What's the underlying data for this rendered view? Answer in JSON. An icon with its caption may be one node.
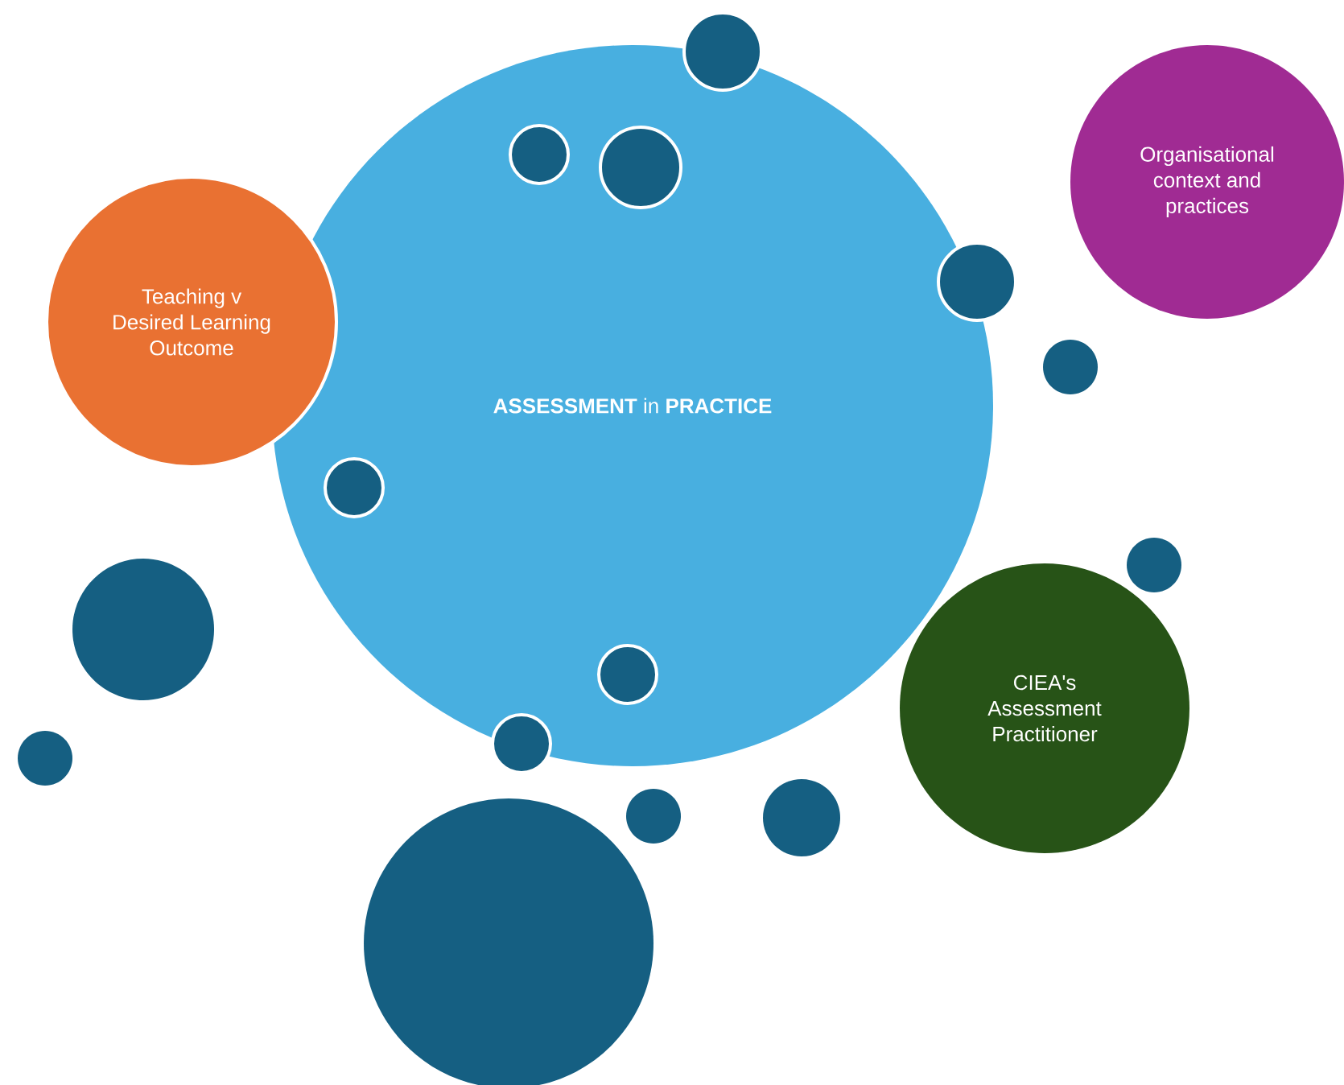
{
  "diagram": {
    "nodes": [
      {
        "text": [
          "**ASSESSMENT** in **PRACTICE**"
        ]
      },
      {
        "text": [
          "Teaching v Desired Learning Outcome"
        ]
      },
      {
        "text": [
          "Organisational context and practices"
        ]
      },
      {
        "text": [
          "CIEA's Assessment Practitioner"
        ]
      },
      {
        "text": [],
        "shape": "circle"
      },
      {
        "text": [],
        "shape": "circle",
        "in": 0
      },
      {
        "text": [],
        "shape": "circle",
        "in": 0
      },
      {
        "text": [],
        "shape": "circle"
      },
      {
        "text": [],
        "shape": "circle"
      },
      {
        "text": [],
        "shape": "circle",
        "in": 0
      },
      {
        "text": [],
        "shape": "circle"
      },
      {
        "text": [],
        "shape": "circle"
      },
      {
        "text": [],
        "shape": "circle",
        "in": 0
      },
      {
        "text": [],
        "shape": "circle"
      },
      {
        "text": [],
        "shape": "circle"
      },
      {
        "text": [],
        "shape": "circle"
      },
      {
        "text": [],
        "shape": "circle"
      },
      {
        "text": [],
        "shape": "circle"
      }
    ]
  }
}
